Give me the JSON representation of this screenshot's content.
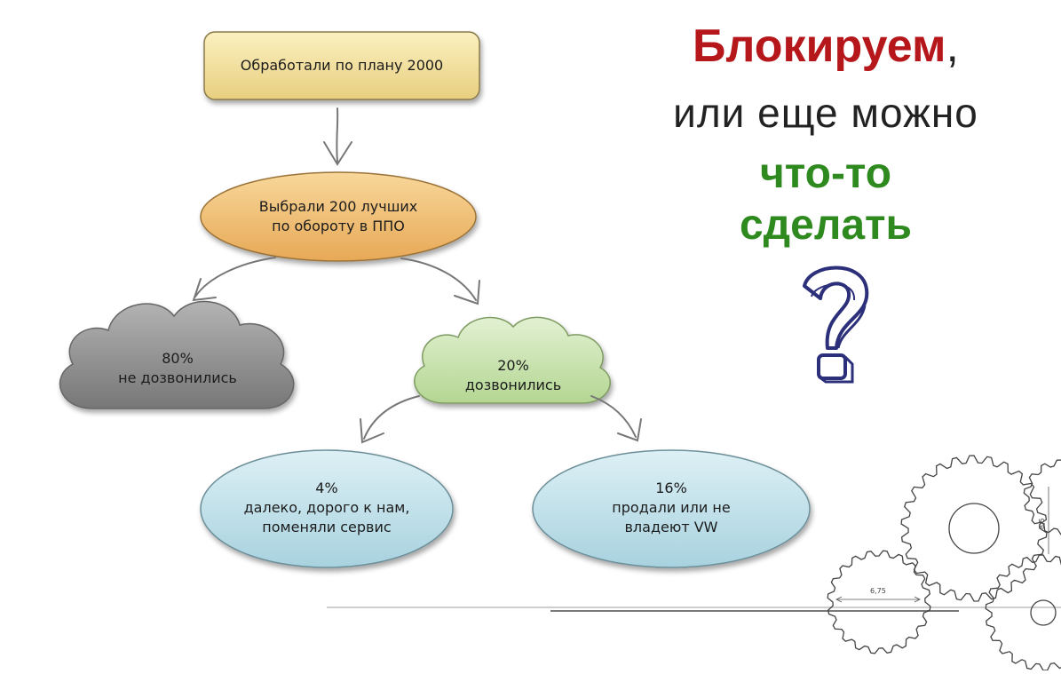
{
  "nodes": {
    "start": {
      "text": "Обработали по плану 2000"
    },
    "selected": {
      "line1": "Выбрали  200 лучших",
      "line2": "по обороту в ППО"
    },
    "not_reached": {
      "line1": "80%",
      "line2": "не дозвонились"
    },
    "reached": {
      "line1": "20%",
      "line2": "дозвонились"
    },
    "far": {
      "line1": "4%",
      "line2": "далеко, дорого к нам,",
      "line3": "поменяли сервис"
    },
    "sold": {
      "line1": "16%",
      "line2": "продали или не",
      "line3": "владеют VW"
    }
  },
  "headline": {
    "word1": "Блокируем",
    "comma": ",",
    "line2": "или еще можно",
    "line3": "что-то",
    "line4": "сделать"
  },
  "gears": {
    "dim1": "6,75",
    "dim2": "8,5"
  },
  "colors": {
    "red": "#b5171b",
    "green": "#2e8a1f",
    "start_fill": "#f2e2a0",
    "selected_fill": "#efc17a",
    "not_reached_fill": "#8f8f8f",
    "reached_fill": "#cde6b4",
    "leaf_fill": "#c6e4ec"
  }
}
